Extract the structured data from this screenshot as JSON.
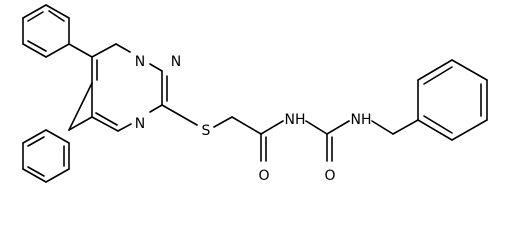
{
  "molecule": {
    "atoms": {
      "n1": "N",
      "n2": "N",
      "n4": "N",
      "s": "S",
      "o_amide": "O",
      "nh_imide": "NH",
      "o_urea": "O",
      "nh_benzyl": "NH"
    },
    "colors": {
      "bond": "#000000",
      "label": "#000000",
      "background": "#ffffff"
    }
  }
}
